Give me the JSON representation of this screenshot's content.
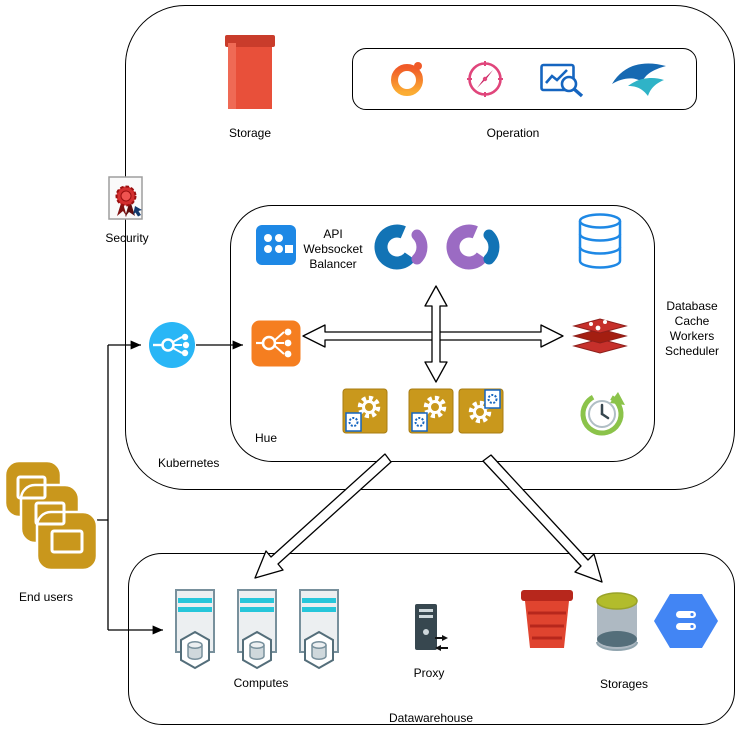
{
  "diagram": {
    "kubernetes_label": "Kubernetes",
    "storage_label": "Storage",
    "operation_label": "Operation",
    "security_label": "Security",
    "hue_label": "Hue",
    "api_balancer_lines": [
      "API",
      "Websocket",
      "Balancer"
    ],
    "services_lines": [
      "Database",
      "Cache",
      "Workers",
      "Scheduler"
    ],
    "end_users_label": "End users",
    "datawarehouse_label": "Datawarehouse",
    "computes_label": "Computes",
    "proxy_label": "Proxy",
    "storages_label": "Storages"
  },
  "icons": {
    "storage-icon": "red storage container",
    "grafana-icon": "orange ring swirl",
    "compass-icon": "pink compass gauge",
    "monitoring-icon": "blue chart with magnifier",
    "bird-icon": "blue flying bird",
    "security-icon": "document with red seal",
    "api-balancer-icon": "blue square with app grid",
    "hue-logo-icon": "blue and purple Hue logo",
    "database-icon": "blue outlined database cylinder",
    "load-balancer-icon": "blue circle with share glyph",
    "router-icon": "orange square with share glyph",
    "redis-icon": "red stacked discs",
    "worker-icon": "gold square with gear and task page",
    "scheduler-icon": "clock with green circular arrow",
    "end-users-icon": "three overlapping gold user screens",
    "compute-server-icon": "server tower with hexagon database",
    "proxy-icon": "dark server with transfer arrows",
    "s3-bucket-icon": "red bucket storage",
    "disk-icon": "grey cylinder with green lid",
    "cloud-db-icon": "blue hexagon with white database"
  },
  "colors": {
    "line": "#000000",
    "storage_red": "#e8503a",
    "grafana_orange": "#f05a28",
    "compass_pink": "#e0457b",
    "chart_blue": "#1565c0",
    "bird_teal": "#2fb3c7",
    "seal_red": "#d32f2f",
    "lb_blue": "#29b6f6",
    "router_orange": "#f57e20",
    "hue_blue": "#1273b5",
    "hue_purple": "#9b6bc3",
    "database_blue": "#1e88e5",
    "redis_red": "#c6302b",
    "worker_gold": "#c9981c",
    "scheduler_green": "#8bc34a",
    "end_users_gold": "#c9971c",
    "compute_stripe_cyan": "#26c6da",
    "proxy_dark": "#37474f",
    "s3_red": "#e0442f",
    "disk_green": "#b2bc2c",
    "gcp_blue": "#4285f4"
  }
}
